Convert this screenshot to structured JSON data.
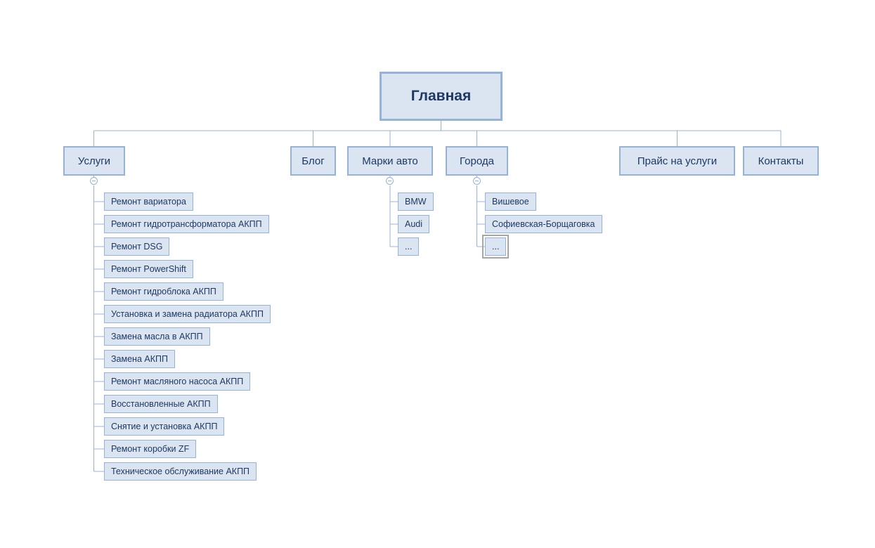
{
  "root_label": "Главная",
  "level1": [
    "Услуги",
    "Блог",
    "Марки авто",
    "Города",
    "Прайс на услуги",
    "Контакты"
  ],
  "services": [
    "Ремонт вариатора",
    "Ремонт гидротрансформатора АКПП",
    "Ремонт DSG",
    "Ремонт PowerShift",
    "Ремонт гидроблока АКПП",
    "Установка и замена радиатора АКПП",
    "Замена масла в АКПП",
    "Замена АКПП",
    "Ремонт масляного насоса АКПП",
    "Восстановленные АКПП",
    "Снятие и установка АКПП",
    "Ремонт коробки ZF",
    "Техническое обслуживание АКПП"
  ],
  "brands": [
    "BMW",
    "Audi",
    "..."
  ],
  "cities": [
    "Вишевое",
    "Софиевская-Борщаговка",
    "..."
  ],
  "colors": {
    "node_fill": "#dbe5f1",
    "node_border": "#95b3d7",
    "text_color": "#1f3864",
    "connector": "#95b3d7",
    "selection_outline": "#a6a6a6"
  }
}
